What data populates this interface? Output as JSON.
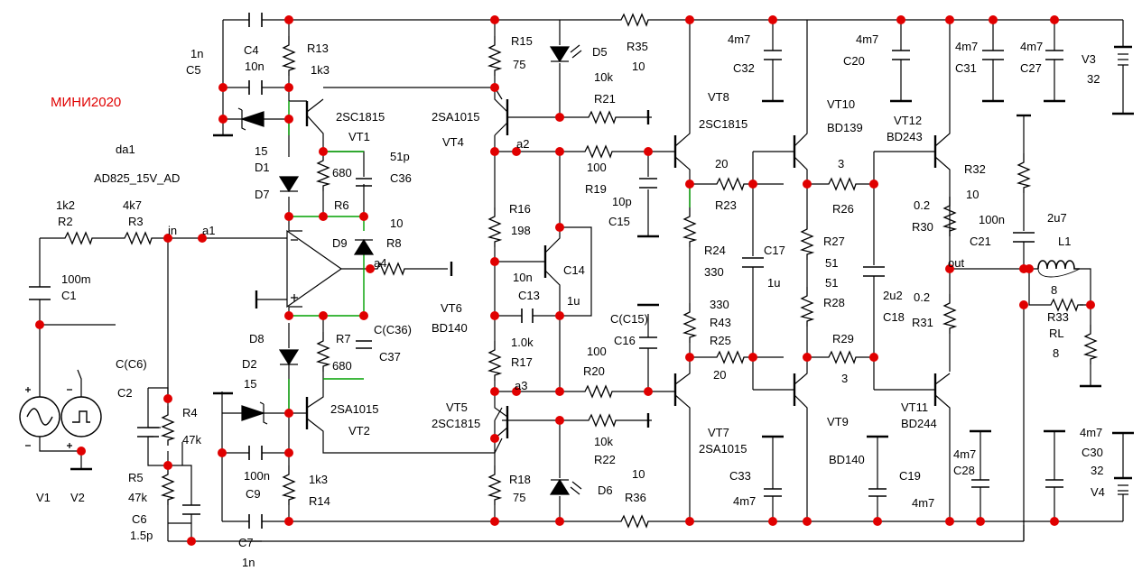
{
  "title": "МИНИ2020",
  "colors": {
    "wire": "#000000",
    "node": "#e00000",
    "feedback": "#00a000",
    "title": "#e00000"
  },
  "labels": {
    "C5_val": "1n",
    "C5": "C5",
    "C4": "C4",
    "C4_val": "10n",
    "R13": "R13",
    "R13_val": "1k3",
    "da1": "da1",
    "opamp": "AD825_15V_AD",
    "R2_val": "1k2",
    "R2": "R2",
    "R3_val": "4k7",
    "R3": "R3",
    "in": "in",
    "a1": "a1",
    "C1_val": "100m",
    "C1": "C1",
    "D1_val": "15",
    "D1": "D1",
    "D7": "D7",
    "VT1_type": "2SC1815",
    "VT1": "VT1",
    "R6_val": "680",
    "R6": "R6",
    "C36_val": "51p",
    "C36": "C36",
    "R8_val": "10",
    "R8": "R8",
    "D9": "D9",
    "a4": "a4",
    "R15": "R15",
    "R15_val": "75",
    "D5": "D5",
    "R35": "R35",
    "R35_val": "10",
    "R21_val": "10k",
    "R21": "R21",
    "VT4_type": "2SA1015",
    "VT4": "VT4",
    "a2": "a2",
    "R19_val": "100",
    "R19": "R19",
    "C15_val": "10p",
    "C15": "C15",
    "R16": "R16",
    "R16_val": "198",
    "C14": "C14",
    "C13_val": "10n",
    "C13": "C13",
    "C14_val": "1u",
    "VT6": "VT6",
    "VT6_type": "BD140",
    "R17_val": "1.0k",
    "R17": "R17",
    "a3": "a3",
    "C16_ref": "C(C15)",
    "C16": "C16",
    "R20_val": "100",
    "R20": "R20",
    "VT5": "VT5",
    "VT5_type": "2SC1815",
    "R22_val": "10k",
    "R22": "R22",
    "R18": "R18",
    "R18_val": "75",
    "D6": "D6",
    "R36_val": "10",
    "R36": "R36",
    "C32_val": "4m7",
    "C32": "C32",
    "VT8": "VT8",
    "VT8_type": "2SC1815",
    "R23_val": "20",
    "R23": "R23",
    "R24": "R24",
    "R24_val": "330",
    "R43_val": "330",
    "R43": "R43",
    "R25": "R25",
    "R25_val": "20",
    "VT7": "VT7",
    "VT7_type": "2SA1015",
    "C33": "C33",
    "C33_val": "4m7",
    "C20_val": "4m7",
    "C20": "C20",
    "VT10": "VT10",
    "VT10_type": "BD139",
    "R26_val": "3",
    "R26": "R26",
    "C17": "C17",
    "C17_val": "1u",
    "R27": "R27",
    "R27_val": "51",
    "R28_val": "51",
    "R28": "R28",
    "R29": "R29",
    "R29_val": "3",
    "VT9": "VT9",
    "VT9_type": "BD140",
    "C19": "C19",
    "C19_val": "4m7",
    "VT12": "VT12",
    "VT12_type": "BD243",
    "C18_val": "2u2",
    "C18": "C18",
    "R30_val": "0.2",
    "R30": "R30",
    "R31_val": "0.2",
    "R31": "R31",
    "VT11": "VT11",
    "VT11_type": "BD244",
    "C31_val": "4m7",
    "C31": "C31",
    "C27_val": "4m7",
    "C27": "C27",
    "V3": "V3",
    "V3_val": "32",
    "R32": "R32",
    "R32_val": "10",
    "C21_val": "100n",
    "C21": "C21",
    "L1_val": "2u7",
    "L1": "L1",
    "out": "out",
    "R33_val": "8",
    "R33": "R33",
    "RL": "RL",
    "RL_val": "8",
    "C28_val": "4m7",
    "C28": "C28",
    "C30_val": "4m7",
    "C30": "C30",
    "V4_val": "32",
    "V4": "V4",
    "D8": "D8",
    "D2": "D2",
    "D2_val": "15",
    "VT2_type": "2SA1015",
    "VT2": "VT2",
    "R7": "R7",
    "R7_val": "680",
    "C37_ref": "C(C36)",
    "C37": "C37",
    "C9_val": "100n",
    "C9": "C9",
    "R14_val": "1k3",
    "R14": "R14",
    "C7": "C7",
    "C7_val": "1n",
    "C2_ref": "C(C6)",
    "C2": "C2",
    "R4": "R4",
    "R4_val": "47k",
    "R5": "R5",
    "R5_val": "47k",
    "C6": "C6",
    "C6_val": "1.5p",
    "V1": "V1",
    "V2": "V2"
  }
}
